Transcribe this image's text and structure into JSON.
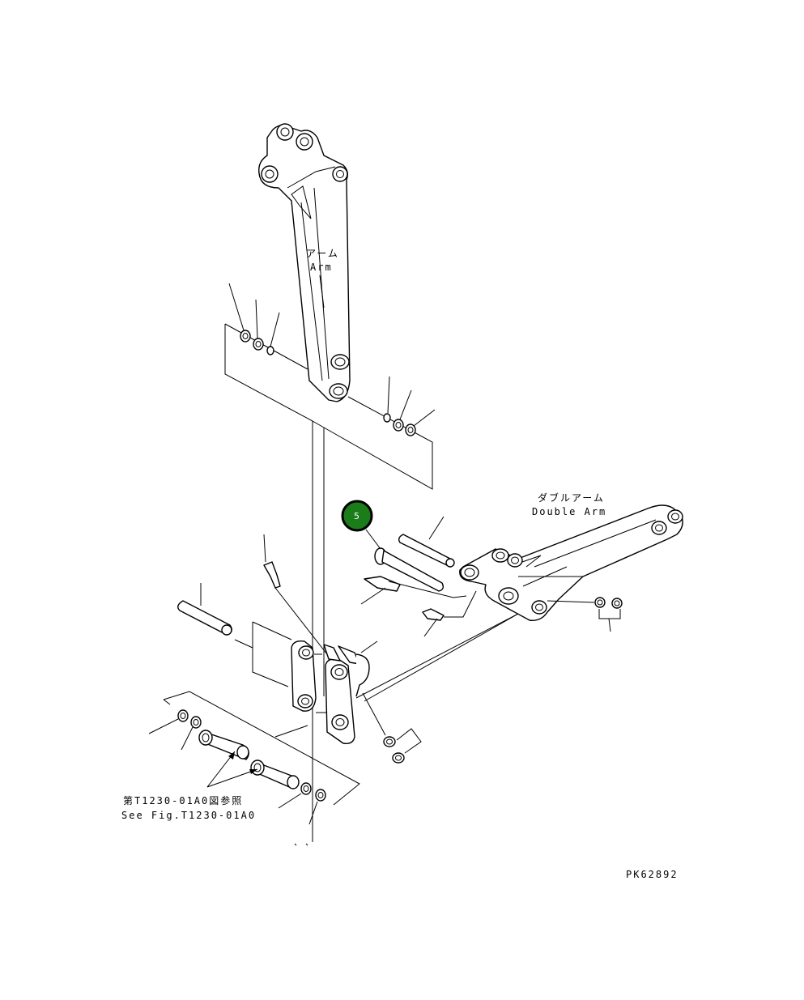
{
  "labels": {
    "arm_jp": "アーム",
    "arm_en": "Arm",
    "double_arm_jp": "ダブルアーム",
    "double_arm_en": "Double Arm",
    "ref_jp": "第T1230-01A0図参照",
    "ref_en": "See Fig.T1230-01A0",
    "drawing_code": "PK62892"
  },
  "callouts": [
    {
      "number": "5",
      "color": "#1a7d1a"
    }
  ]
}
